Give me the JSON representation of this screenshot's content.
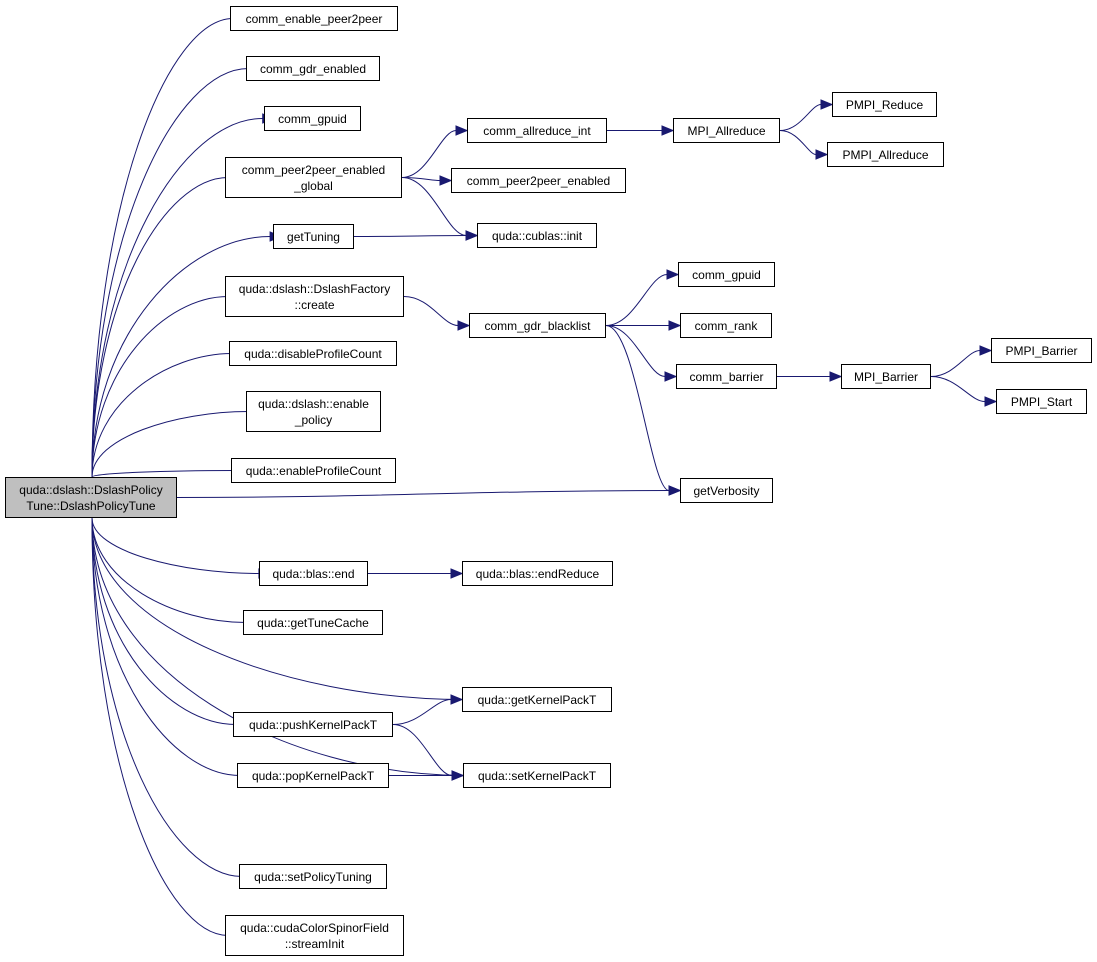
{
  "graph": {
    "colors": {
      "edge": "#191970",
      "node_border": "#000000",
      "root_fill": "#bfbfbf",
      "node_fill": "#ffffff"
    },
    "nodes": {
      "root": [
        "quda::dslash::DslashPolicy",
        "Tune::DslashPolicyTune"
      ],
      "comm_enable_peer2peer": [
        "comm_enable_peer2peer"
      ],
      "comm_gdr_enabled": [
        "comm_gdr_enabled"
      ],
      "comm_gpuid_1": [
        "comm_gpuid"
      ],
      "comm_peer2peer_enabled_global": [
        "comm_peer2peer_enabled",
        "_global"
      ],
      "getTuning": [
        "getTuning"
      ],
      "dslashfactory_create": [
        "quda::dslash::DslashFactory",
        "::create"
      ],
      "disableProfileCount": [
        "quda::disableProfileCount"
      ],
      "enable_policy": [
        "quda::dslash::enable",
        "_policy"
      ],
      "enableProfileCount": [
        "quda::enableProfileCount"
      ],
      "blas_end": [
        "quda::blas::end"
      ],
      "getTuneCache": [
        "quda::getTuneCache"
      ],
      "pushKernelPackT": [
        "quda::pushKernelPackT"
      ],
      "popKernelPackT": [
        "quda::popKernelPackT"
      ],
      "setPolicyTuning": [
        "quda::setPolicyTuning"
      ],
      "streamInit": [
        "quda::cudaColorSpinorField",
        "::streamInit"
      ],
      "comm_allreduce_int": [
        "comm_allreduce_int"
      ],
      "comm_peer2peer_enabled": [
        "comm_peer2peer_enabled"
      ],
      "cublas_init": [
        "quda::cublas::init"
      ],
      "comm_gdr_blacklist": [
        "comm_gdr_blacklist"
      ],
      "getVerbosity": [
        "getVerbosity"
      ],
      "blas_endReduce": [
        "quda::blas::endReduce"
      ],
      "getKernelPackT": [
        "quda::getKernelPackT"
      ],
      "setKernelPackT": [
        "quda::setKernelPackT"
      ],
      "MPI_Allreduce": [
        "MPI_Allreduce"
      ],
      "PMPI_Reduce": [
        "PMPI_Reduce"
      ],
      "PMPI_Allreduce": [
        "PMPI_Allreduce"
      ],
      "comm_gpuid_2": [
        "comm_gpuid"
      ],
      "comm_rank": [
        "comm_rank"
      ],
      "comm_barrier": [
        "comm_barrier"
      ],
      "MPI_Barrier": [
        "MPI_Barrier"
      ],
      "PMPI_Barrier": [
        "PMPI_Barrier"
      ],
      "PMPI_Start": [
        "PMPI_Start"
      ]
    },
    "edges": [
      [
        "root",
        "comm_enable_peer2peer"
      ],
      [
        "root",
        "comm_gdr_enabled"
      ],
      [
        "root",
        "comm_gpuid_1"
      ],
      [
        "root",
        "comm_peer2peer_enabled_global"
      ],
      [
        "root",
        "getTuning"
      ],
      [
        "root",
        "dslashfactory_create"
      ],
      [
        "root",
        "disableProfileCount"
      ],
      [
        "root",
        "enable_policy"
      ],
      [
        "root",
        "enableProfileCount"
      ],
      [
        "root",
        "getVerbosity"
      ],
      [
        "root",
        "blas_end"
      ],
      [
        "root",
        "getTuneCache"
      ],
      [
        "root",
        "getKernelPackT"
      ],
      [
        "root",
        "pushKernelPackT"
      ],
      [
        "root",
        "popKernelPackT"
      ],
      [
        "root",
        "setKernelPackT"
      ],
      [
        "root",
        "setPolicyTuning"
      ],
      [
        "root",
        "streamInit"
      ],
      [
        "comm_peer2peer_enabled_global",
        "comm_allreduce_int"
      ],
      [
        "comm_peer2peer_enabled_global",
        "comm_peer2peer_enabled"
      ],
      [
        "comm_peer2peer_enabled_global",
        "cublas_init"
      ],
      [
        "getTuning",
        "cublas_init"
      ],
      [
        "dslashfactory_create",
        "comm_gdr_blacklist"
      ],
      [
        "comm_allreduce_int",
        "MPI_Allreduce"
      ],
      [
        "MPI_Allreduce",
        "PMPI_Reduce"
      ],
      [
        "MPI_Allreduce",
        "PMPI_Allreduce"
      ],
      [
        "comm_gdr_blacklist",
        "comm_gpuid_2"
      ],
      [
        "comm_gdr_blacklist",
        "comm_rank"
      ],
      [
        "comm_gdr_blacklist",
        "comm_barrier"
      ],
      [
        "comm_gdr_blacklist",
        "getVerbosity"
      ],
      [
        "comm_barrier",
        "MPI_Barrier"
      ],
      [
        "MPI_Barrier",
        "PMPI_Barrier"
      ],
      [
        "MPI_Barrier",
        "PMPI_Start"
      ],
      [
        "blas_end",
        "blas_endReduce"
      ],
      [
        "pushKernelPackT",
        "getKernelPackT"
      ],
      [
        "pushKernelPackT",
        "setKernelPackT"
      ],
      [
        "popKernelPackT",
        "setKernelPackT"
      ]
    ]
  }
}
